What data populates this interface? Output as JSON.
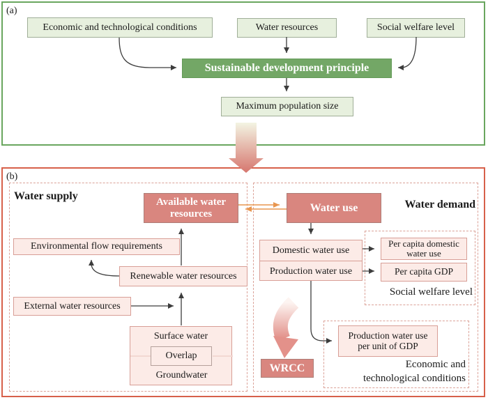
{
  "panel_a": {
    "label": "(a)",
    "economic": "Economic and technological conditions",
    "water_resources": "Water resources",
    "social_welfare": "Social welfare level",
    "sustainable": "Sustainable development principle",
    "max_population": "Maximum population size"
  },
  "panel_b": {
    "label": "(b)",
    "supply": {
      "title": "Water supply",
      "available": "Available water resources",
      "environmental": "Environmental flow requirements",
      "renewable": "Renewable water resources",
      "external": "External water resources",
      "surface": "Surface water",
      "overlap": "Overlap",
      "groundwater": "Groundwater"
    },
    "demand": {
      "title": "Water demand",
      "water_use": "Water use",
      "domestic": "Domestic water use",
      "production": "Production water use",
      "per_capita_domestic": "Per capita domestic water use",
      "per_capita_gdp": "Per capita GDP",
      "social_welfare_label": "Social welfare level",
      "prod_per_gdp": "Production water use per unit of GDP",
      "economic_label_line1": "Economic and",
      "economic_label_line2": "technological conditions",
      "wrcc": "WRCC"
    }
  },
  "colors": {
    "panel_a_border": "#69a65e",
    "panel_b_border": "#d7604a",
    "green_box_fill": "#73a766",
    "light_green_fill": "#e7f0de",
    "salmon_fill": "#d9867f",
    "light_pink_fill": "#fcebe7",
    "dashed_pink": "#dba197",
    "orange_arrow": "#e8964f",
    "dark_arrow": "#3c3c3c"
  }
}
